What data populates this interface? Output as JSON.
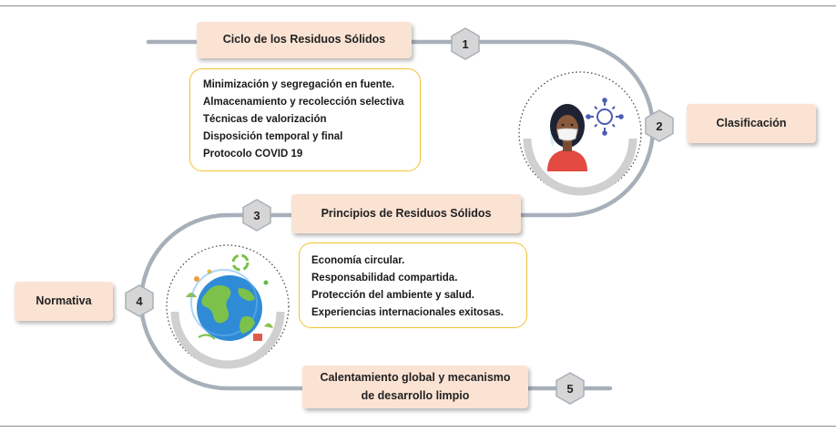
{
  "steps": [
    {
      "number": "1",
      "title": "Ciclo de los Residuos Sólidos"
    },
    {
      "number": "2",
      "title": "Clasificación"
    },
    {
      "number": "3",
      "title": "Principios de Residuos Sólidos"
    },
    {
      "number": "4",
      "title": "Normativa"
    },
    {
      "number": "5",
      "title_line1": "Calentamiento global y mecanismo",
      "title_line2": "de desarrollo limpio"
    }
  ],
  "cycle_items": [
    "Minimización y segregación en fuente.",
    "Almacenamiento y recolección selectiva",
    "Técnicas de valorización",
    "Disposición temporal y final",
    "Protocolo COVID 19"
  ],
  "principle_items": [
    "Economía circular.",
    "Responsabilidad compartida.",
    "Protección del ambiente y salud.",
    "Experiencias internacionales exitosas."
  ],
  "colors": {
    "track": "#a7b0b9",
    "stage_fill": "#fbe3d4",
    "info_border": "#f2c230",
    "hex_fill": "#d6d6d6"
  },
  "icons": [
    "masked-person-icon",
    "virus-icon",
    "earth-icon",
    "recycle-icon"
  ]
}
